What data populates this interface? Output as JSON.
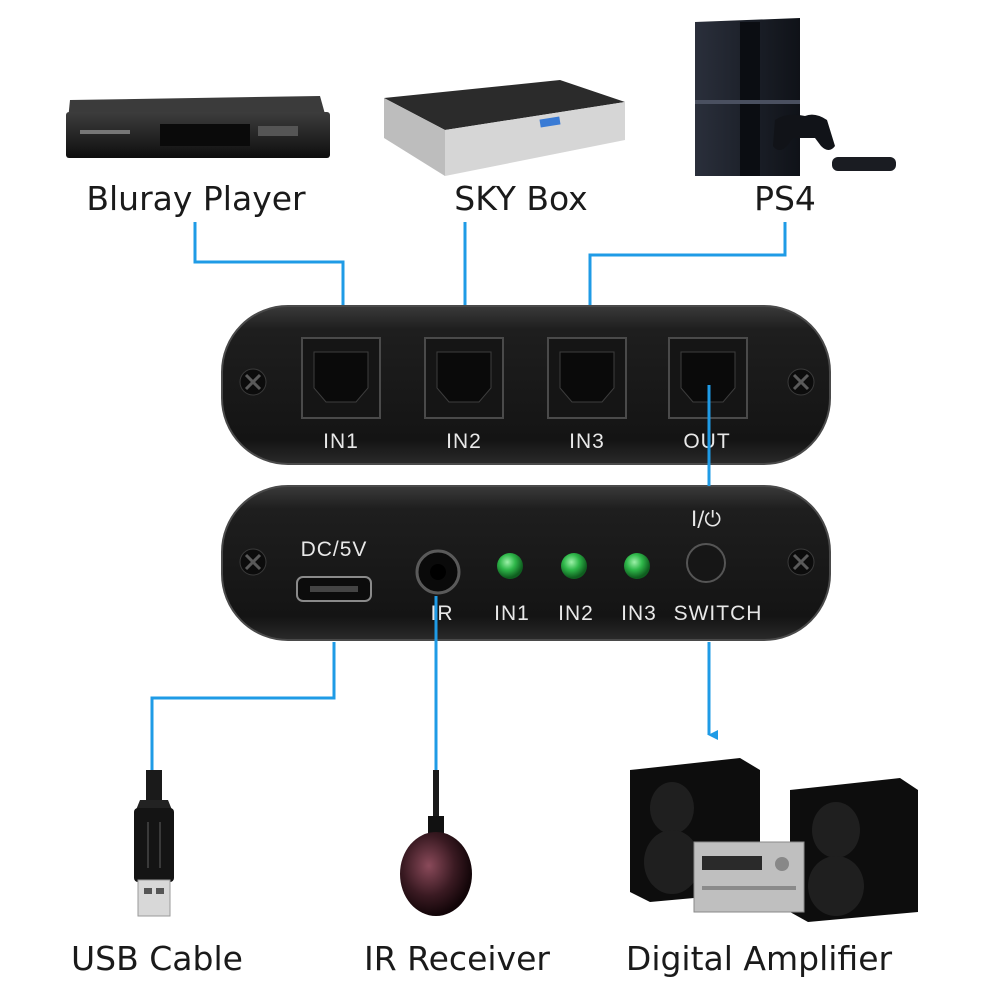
{
  "sources": {
    "bluray": "Bluray Player",
    "sky": "SKY Box",
    "ps4": "PS4"
  },
  "top_panel": {
    "in1": "IN1",
    "in2": "IN2",
    "in3": "IN3",
    "out": "OUT"
  },
  "bottom_panel": {
    "dc": "DC/5V",
    "ir": "IR",
    "in1": "IN1",
    "in2": "IN2",
    "in3": "IN3",
    "switch": "SWITCH",
    "power": "I/⏻"
  },
  "devices": {
    "usb": "USB Cable",
    "ir_receiver": "IR Receiver",
    "amplifier": "Digital Amplifier"
  },
  "colors": {
    "arrow": "#1f9be6",
    "panel": "#1c1c1c",
    "led": "#2fb84a"
  }
}
